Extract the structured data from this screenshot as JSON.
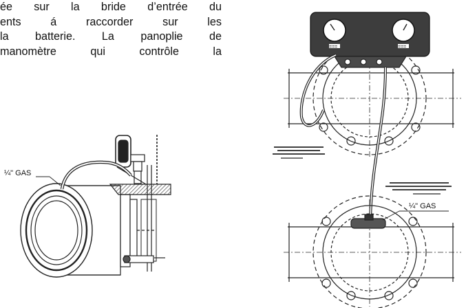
{
  "paragraph": {
    "lines": [
      "ée sur la bride d’entrée du",
      "ents á raccorder sur les",
      "la batterie. La panoplie de",
      "manomètre qui contrôle la"
    ]
  },
  "figures": {
    "left": {
      "gas_label": "¼\" GAS"
    },
    "right": {
      "gas_label": "¼\" GAS",
      "left_gauge_tag": "===",
      "right_gauge_tag": "==="
    }
  }
}
